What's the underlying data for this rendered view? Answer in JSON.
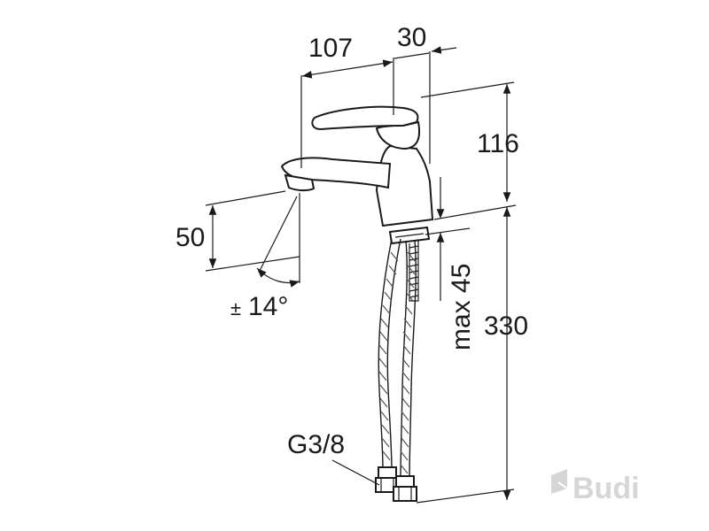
{
  "dimensions": {
    "spout_reach": "107",
    "handle_offset": "30",
    "top_height": "116",
    "spout_height": "50",
    "swivel_angle_sign": "±",
    "swivel_angle": "14°",
    "max_deck_thickness": "max 45",
    "hose_length": "330",
    "connection_thread": "G3/8"
  },
  "watermark": {
    "brand": "Budi"
  },
  "colors": {
    "line": "#1a1a1a",
    "watermark": "#d6d6d6"
  }
}
